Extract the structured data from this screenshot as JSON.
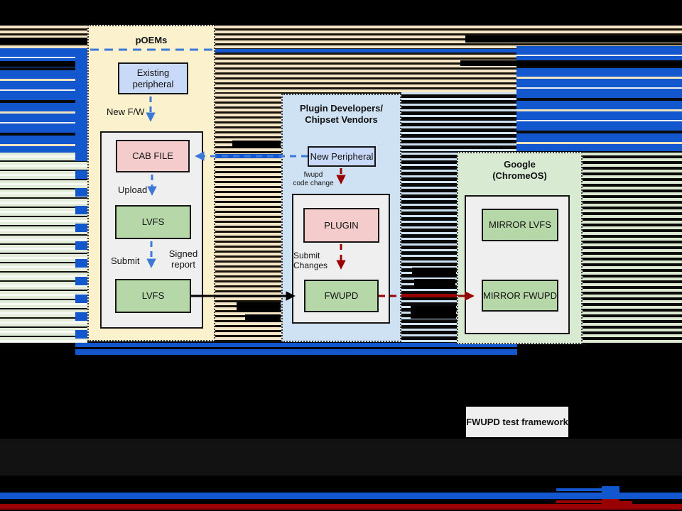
{
  "colors": {
    "glitch_blue": "#1357ce",
    "glitch_red": "#990000",
    "arrow_blue": "#3c78d8",
    "arrow_red": "#990000",
    "arrow_black": "#000000",
    "poems_bg": "#fcf1cd",
    "plugin_zone_bg": "#cfe2f3",
    "google_zone_bg": "#d9ead3",
    "pink_node": "#f4cccc",
    "green_node": "#b6d7a8",
    "blue_node": "#c9daf8",
    "gray_panel": "#efefef"
  },
  "poems": {
    "title": "pOEMs",
    "existing_peripheral": "Existing peripheral",
    "new_fw_label": "New F/W",
    "cab_file": "CAB FILE",
    "upload_label": "Upload",
    "lvfs_top": "LVFS",
    "submit_label": "Submit",
    "signed_report_label": "Signed report",
    "lvfs_bottom": "LVFS"
  },
  "plugin_vendors": {
    "title_line1": "Plugin Developers/",
    "title_line2": "Chipset Vendors",
    "new_peripheral": "New Peripheral",
    "fwupd_code_change_line1": "fwupd",
    "fwupd_code_change_line2": "code change",
    "plugin": "PLUGIN",
    "submit_changes_line1": "Submit",
    "submit_changes_line2": "Changes",
    "fwupd": "FWUPD"
  },
  "google": {
    "title_line1": "Google",
    "title_line2": "(ChromeOS)",
    "mirror_lvfs": "MIRROR LVFS",
    "mirror_fwupd": "MIRROR FWUPD"
  },
  "footer": {
    "test_framework": "FWUPD test framework"
  }
}
